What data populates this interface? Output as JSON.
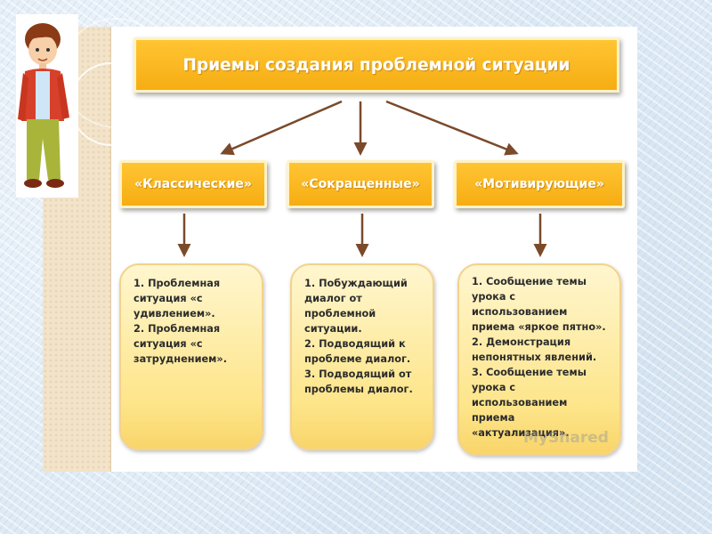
{
  "title": "Приемы создания проблемной ситуации",
  "categories": [
    {
      "label": "«Классические»"
    },
    {
      "label": "«Сокращенные»"
    },
    {
      "label": "«Мотивирующие»"
    }
  ],
  "cards": [
    {
      "lines": [
        "1. Проблемная",
        "ситуация «с",
        "удивлением».",
        "2. Проблемная",
        "ситуация «с",
        "затруднением»."
      ]
    },
    {
      "lines": [
        "1. Побуждающий",
        "диалог от",
        "проблемной",
        "ситуации.",
        "2. Подводящий к",
        "проблеме диалог.",
        "3. Подводящий от",
        "проблемы диалог."
      ]
    },
    {
      "lines": [
        "1. Сообщение темы",
        "урока с",
        "использованием",
        "приема «яркое пятно».",
        "2. Демонстрация",
        "непонятных явлений.",
        "3. Сообщение темы",
        "урока с",
        "использованием",
        "приема",
        "«актуализация»."
      ]
    }
  ],
  "watermark": "MyShared",
  "colors": {
    "accent": "#f6ad12",
    "arrow": "#7a4a2a",
    "card_fill": "#fde58a"
  }
}
